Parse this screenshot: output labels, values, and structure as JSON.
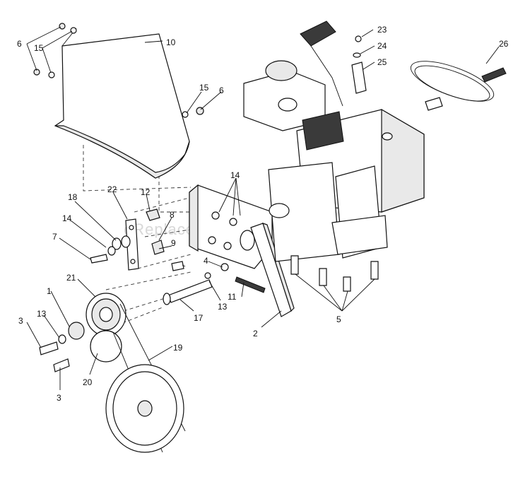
{
  "watermark": "eReplacementParts.com",
  "colors": {
    "ink": "#111111",
    "shade": "#e9e9e9",
    "watermark": "#d8d8d8"
  },
  "callouts": {
    "c1": "1",
    "c2": "2",
    "c3a": "3",
    "c3b": "3",
    "c4": "4",
    "c5": "5",
    "c6a": "6",
    "c6b": "6",
    "c7": "7",
    "c8": "8",
    "c9": "9",
    "c10": "10",
    "c11": "11",
    "c12": "12",
    "c13a": "13",
    "c13b": "13",
    "c14a": "14",
    "c14b": "14",
    "c15a": "15",
    "c15b": "15",
    "c17": "17",
    "c18": "18",
    "c19": "19",
    "c20": "20",
    "c21": "21",
    "c22": "22",
    "c23": "23",
    "c24": "24",
    "c25": "25",
    "c26": "26"
  }
}
